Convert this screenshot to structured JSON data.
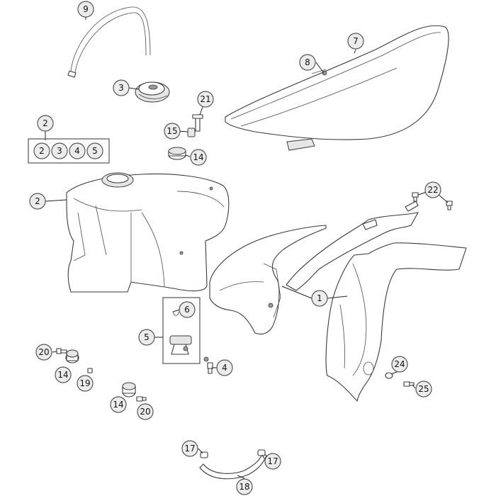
{
  "callouts": {
    "c1": "1",
    "c2a": "2",
    "c2b": "2",
    "kit": [
      "2",
      "3",
      "4",
      "5"
    ],
    "c3": "3",
    "c4": "4",
    "c5": "5",
    "c6": "6",
    "c7": "7",
    "c8": "8",
    "c9": "9",
    "c14a": "14",
    "c14b": "14",
    "c14c": "14",
    "c15": "15",
    "c17a": "17",
    "c17b": "17",
    "c18": "18",
    "c19": "19",
    "c20a": "20",
    "c20b": "20",
    "c21": "21",
    "c22": "22",
    "c24": "24",
    "c25": "25"
  }
}
